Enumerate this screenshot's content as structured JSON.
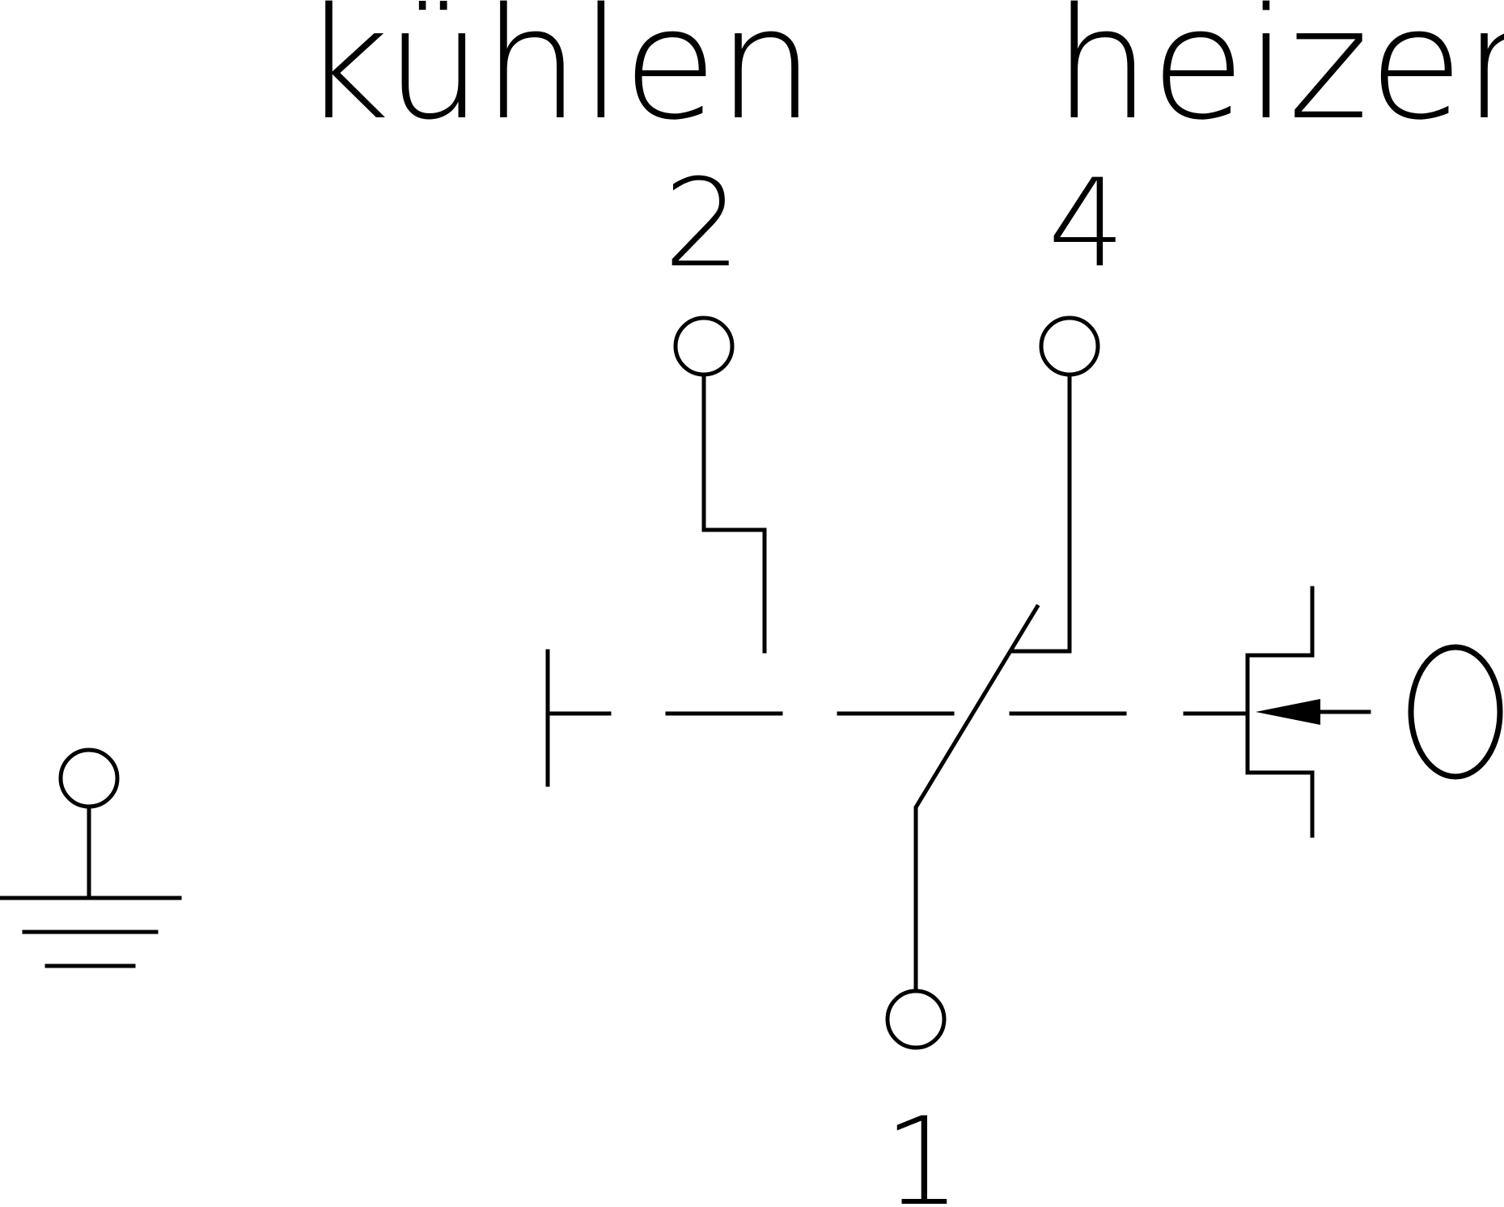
{
  "labels": {
    "cool": "kühlen",
    "heat": "heizen",
    "terminal_2": "2",
    "terminal_4": "4",
    "terminal_1": "1"
  },
  "colors": {
    "line": "#000000",
    "background": "#ffffff"
  }
}
